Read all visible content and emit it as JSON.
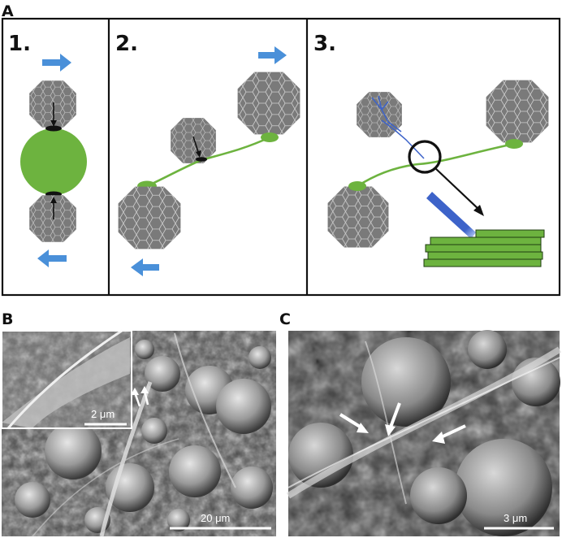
{
  "figure": {
    "panel_labels": {
      "a": "A",
      "b": "B",
      "c": "C"
    },
    "steps": [
      "1.",
      "2.",
      "3."
    ],
    "scale_bars": {
      "inset": "2 μm",
      "b": "20 μm",
      "c": "3 μm"
    }
  },
  "colors": {
    "virion": "#7a7a7a",
    "virion_edge": "#d9d9d9",
    "green": "#6db33f",
    "blue_arrow": "#4a90d9",
    "fiber_blue": "#3d63c9",
    "frame": "#111111"
  },
  "icons": [
    "arrow-right-icon",
    "arrow-left-icon",
    "magnifier-icon",
    "virion-icon",
    "fibril-stack-icon"
  ]
}
